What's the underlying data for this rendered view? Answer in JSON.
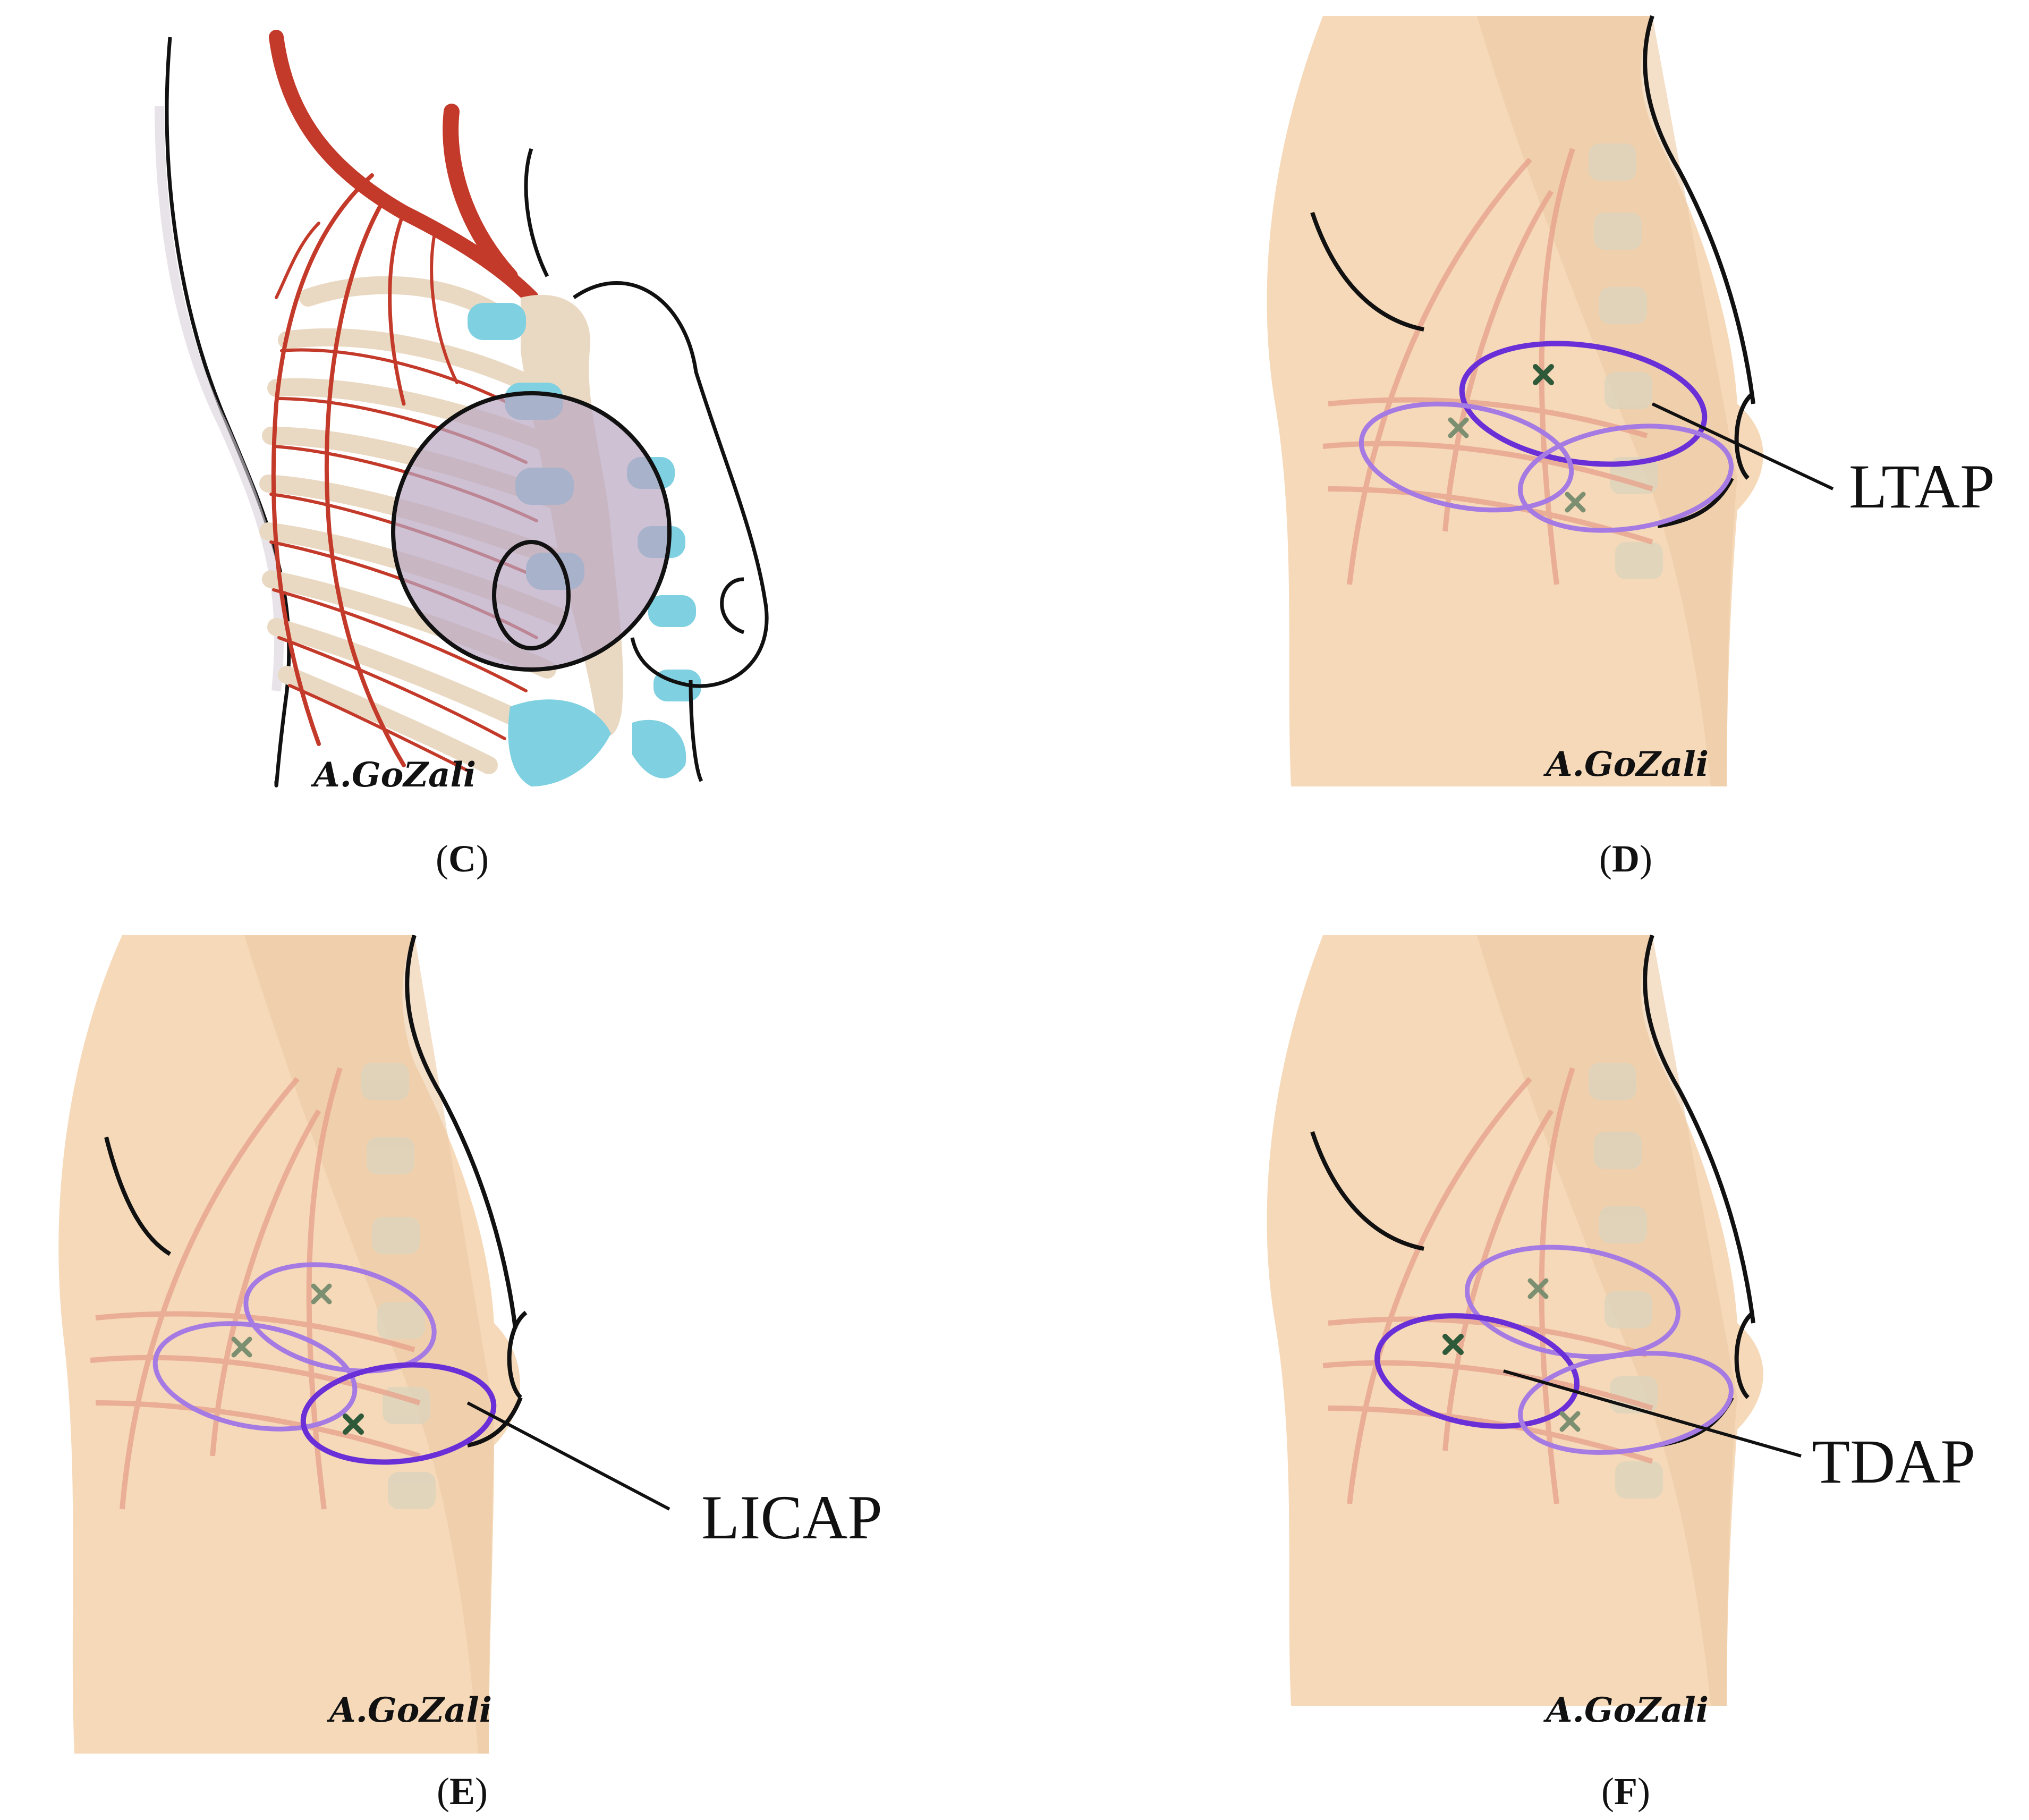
{
  "panels": [
    {
      "id": "C",
      "caption_open": "(",
      "caption_letter": "C",
      "caption_close": ")",
      "signature": "A.GoZali",
      "flap_label": ""
    },
    {
      "id": "D",
      "caption_open": "(",
      "caption_letter": "D",
      "caption_close": ")",
      "signature": "A.GoZali",
      "flap_label": "LTAP"
    },
    {
      "id": "E",
      "caption_open": "(",
      "caption_letter": "E",
      "caption_close": ")",
      "signature": "A.GoZali",
      "flap_label": "LICAP"
    },
    {
      "id": "F",
      "caption_open": "(",
      "caption_letter": "F",
      "caption_close": ")",
      "signature": "A.GoZali",
      "flap_label": "TDAP"
    }
  ],
  "colors": {
    "skin": "#f6d9b9",
    "skin_shade": "#edc9a4",
    "artery": "#c43a2a",
    "faded_artery": "#e8a48e",
    "rib": "#ead9c2",
    "cartilage": "#7fd0e0",
    "defect": "#b9a6c2",
    "flap_highlight": "#6a2fd6",
    "flap_faded": "#a57be3",
    "perforator_mark": "#2f5a3a",
    "outline": "#111111"
  },
  "icons": {
    "perforator": "x-mark-icon"
  }
}
